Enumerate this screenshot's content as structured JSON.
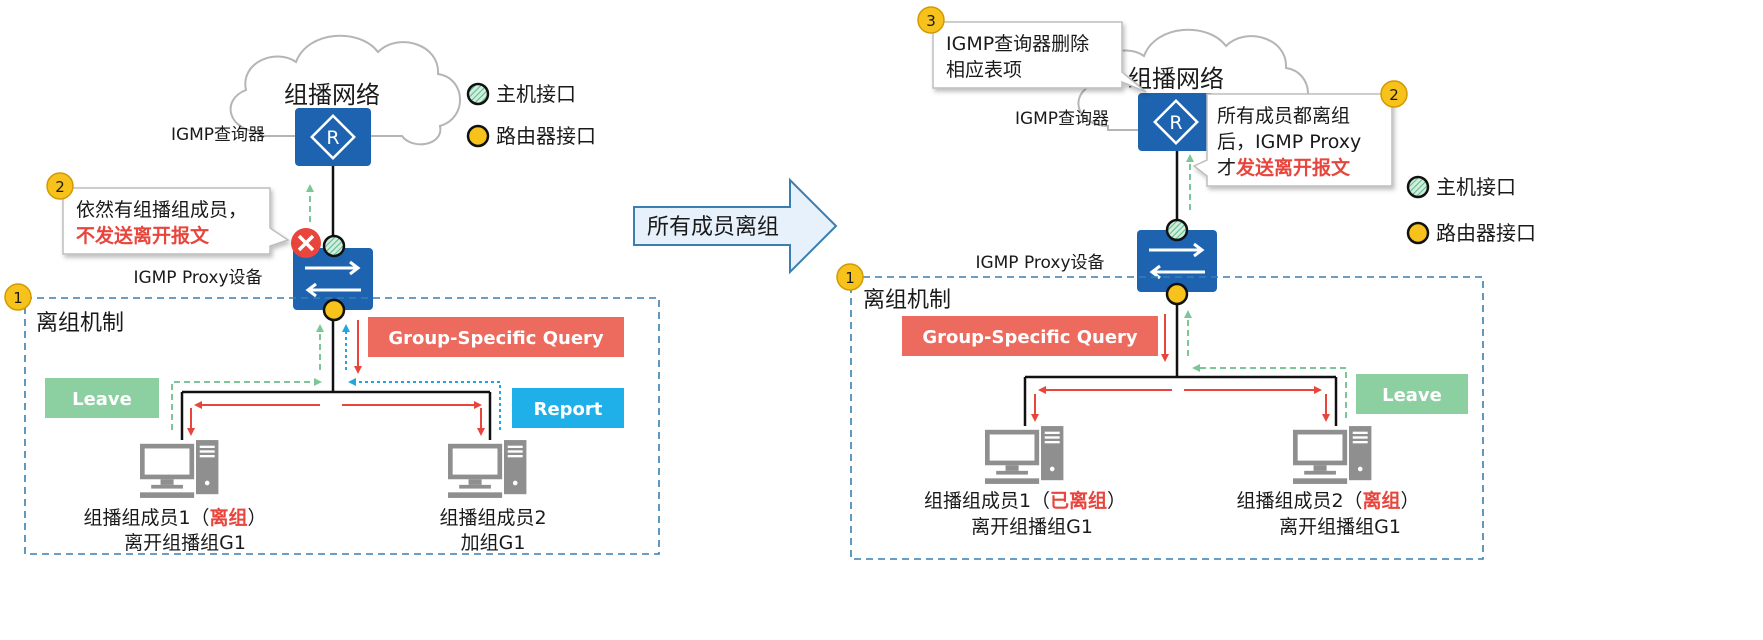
{
  "colors": {
    "router_blue": "#1d63b0",
    "host_port_fill": "#8fd3b0",
    "router_port_fill": "#f6c21b",
    "leave_box": "#8ccfa0",
    "query_box": "#ec6a5e",
    "report_box": "#1fb0ea",
    "report_arrow": "#1fa5e0",
    "highlight_red": "#e8453c",
    "dashed_border": "#3a7fb0"
  },
  "icons": {
    "router": "router-icon",
    "switch": "switch-icon",
    "host": "computer-icon",
    "cloud": "cloud-icon",
    "cross": "x-circle-icon"
  },
  "left": {
    "cloud_label": "组播网络",
    "querier_label": "IGMP查询器",
    "proxy_label": "IGMP Proxy设备",
    "legend": {
      "host_port": "主机接口",
      "router_port": "路由器接口"
    },
    "callout_badge": "2",
    "callout_line1": "依然有组播组成员，",
    "callout_line2": "不发送离开报文",
    "region_badge": "1",
    "region_title": "离组机制",
    "leave_label": "Leave",
    "query_label": "Group-Specific Query",
    "report_label": "Report",
    "member1_prefix": "组播组成员1（",
    "member1_state": "离组",
    "member1_suffix": "）",
    "member1_line2": "离开组播组G1",
    "member2_line1": "组播组成员2",
    "member2_line2": "加组G1"
  },
  "center": {
    "arrow_label": "所有成员离组"
  },
  "right": {
    "cloud_label": "组播网络",
    "querier_label": "IGMP查询器",
    "proxy_label": "IGMP Proxy设备",
    "legend": {
      "host_port": "主机接口",
      "router_port": "路由器接口"
    },
    "callout3_badge": "3",
    "callout3_line1": "IGMP查询器删除",
    "callout3_line2": "相应表项",
    "callout2_badge": "2",
    "callout2_line1": "所有成员都离组",
    "callout2_line2": "后，IGMP Proxy",
    "callout2_line3_prefix": "才",
    "callout2_line3_emph": "发送离开报文",
    "region_badge": "1",
    "region_title": "离组机制",
    "query_label": "Group-Specific Query",
    "leave_label": "Leave",
    "member1_prefix": "组播组成员1（",
    "member1_state": "已离组",
    "member1_suffix": "）",
    "member1_line2": "离开组播组G1",
    "member2_prefix": "组播组成员2（",
    "member2_state": "离组",
    "member2_suffix": "）",
    "member2_line2": "离开组播组G1"
  }
}
